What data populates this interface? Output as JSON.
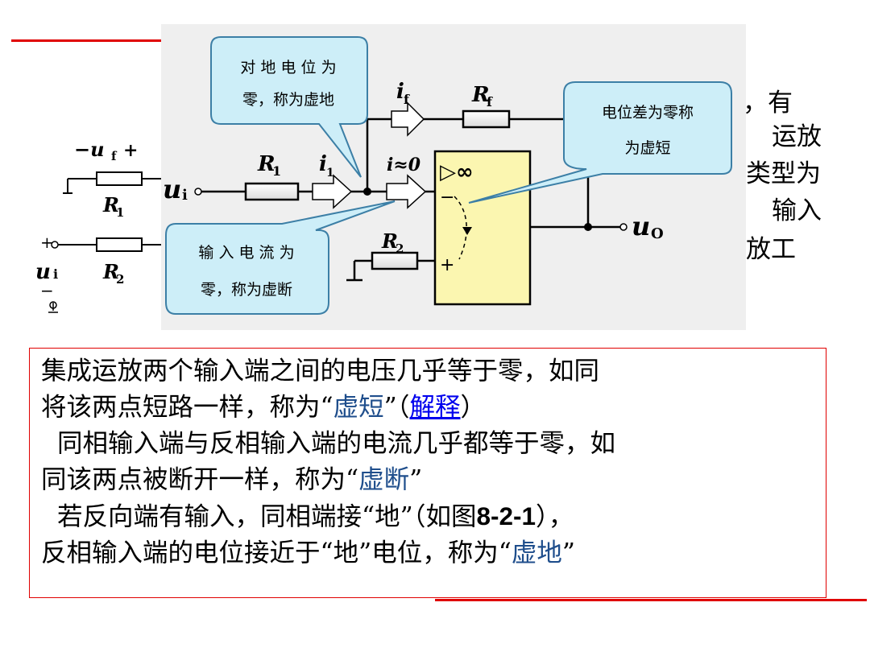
{
  "background_text": {
    "lines": [
      "，有",
      "运放",
      "类型为",
      "输入",
      "放工"
    ]
  },
  "left_circuit": {
    "uf_label": "−u",
    "uf_sub": "f",
    "uf_plus": "+",
    "r1": "R",
    "r1_sub": "1",
    "r2": "R",
    "r2_sub": "2",
    "plus": "+",
    "ui": "u",
    "ui_sub": "i",
    "minus": "−"
  },
  "diagram": {
    "callout_virtual_ground": [
      "对 地 电 位 为",
      "零，称为虚地"
    ],
    "callout_virtual_short": [
      "电位差为零称",
      "为虚短"
    ],
    "callout_virtual_break": [
      "输 入 电 流 为",
      "零，称为虚断"
    ],
    "if_label": "i",
    "if_sub": "f",
    "rf_label": "R",
    "rf_sub": "f",
    "r1_label": "R",
    "r1_sub": "1",
    "i1_label": "i",
    "i1_sub": "1",
    "i0_label": "i≈0",
    "r2_label": "R",
    "r2_sub": "2",
    "ui_label": "u",
    "ui_sub": "i",
    "uo_label": "u",
    "uo_sub": "O",
    "amp_symbol": "▷∞",
    "minus": "−",
    "plus": "+"
  },
  "description": {
    "line1": "集成运放两个输入端之间的电压几乎等于零，如同",
    "line2_pre": "将该两点短路一样，称为“",
    "line2_term": "虚短",
    "line2_mid": "”（",
    "line2_link": "解释",
    "line2_post": "）",
    "line3": "  同相输入端与反相输入端的电流几乎都等于零，如",
    "line4_pre": "同该两点被断开一样，称为“",
    "line4_term": "虚断",
    "line4_post": "”",
    "line5_pre": "  若反向端有输入，同相端接“地”（如图",
    "line5_fig": "8-2-1",
    "line5_post": "），",
    "line6_pre": "反相输入端的电位接近于“地”电位，称为“",
    "line6_term": "虚地",
    "line6_post": "”"
  },
  "colors": {
    "accent_red": "#e00000",
    "term_blue": "#1f4e8c",
    "link_blue": "#0000ee",
    "callout_fill": "#cdeef8",
    "amp_fill": "#fbf6b0"
  }
}
